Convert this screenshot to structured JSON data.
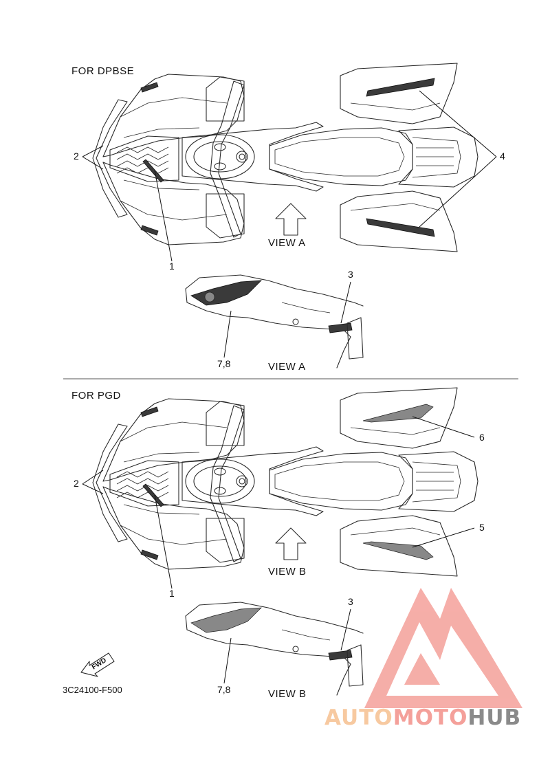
{
  "sections": [
    {
      "title": "FOR DPBSE",
      "view_label": "VIEW A",
      "callouts": {
        "c1": "1",
        "c2": "2",
        "c3": "3",
        "c4": "4",
        "c78": "7,8"
      }
    },
    {
      "title": "FOR PGD",
      "view_label": "VIEW B",
      "callouts": {
        "c1": "1",
        "c2": "2",
        "c3": "3",
        "c5": "5",
        "c6": "6",
        "c78": "7,8"
      }
    }
  ],
  "fwd_label": "FWD",
  "part_number": "3C24100-F500",
  "watermark": {
    "part1": "AUTO",
    "part2": "MOTO",
    "part3": "HUB",
    "color_main": "#f4a09a",
    "color_light": "#f7c9a0",
    "color_dark": "#8a8a8a"
  }
}
